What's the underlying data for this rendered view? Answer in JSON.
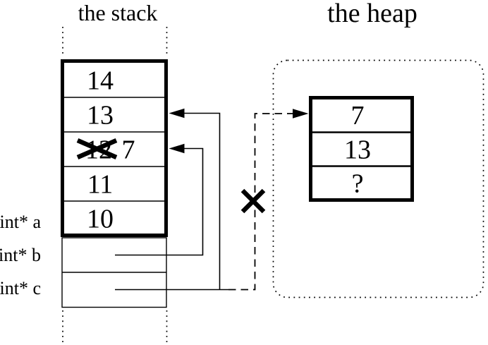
{
  "stack": {
    "title": "the stack",
    "cells": [
      {
        "value": "14"
      },
      {
        "value": "13"
      },
      {
        "value": "12",
        "crossed_out": true,
        "new_value": "7"
      },
      {
        "value": "11"
      },
      {
        "value": "10"
      }
    ],
    "pointer_labels": [
      {
        "label": "int* a"
      },
      {
        "label": "int* b"
      },
      {
        "label": "int* c"
      }
    ]
  },
  "heap": {
    "title": "the heap",
    "cells": [
      {
        "value": "7"
      },
      {
        "value": "13"
      },
      {
        "value": "?"
      }
    ]
  },
  "colors": {
    "ink": "#000000",
    "background": "#ffffff"
  }
}
